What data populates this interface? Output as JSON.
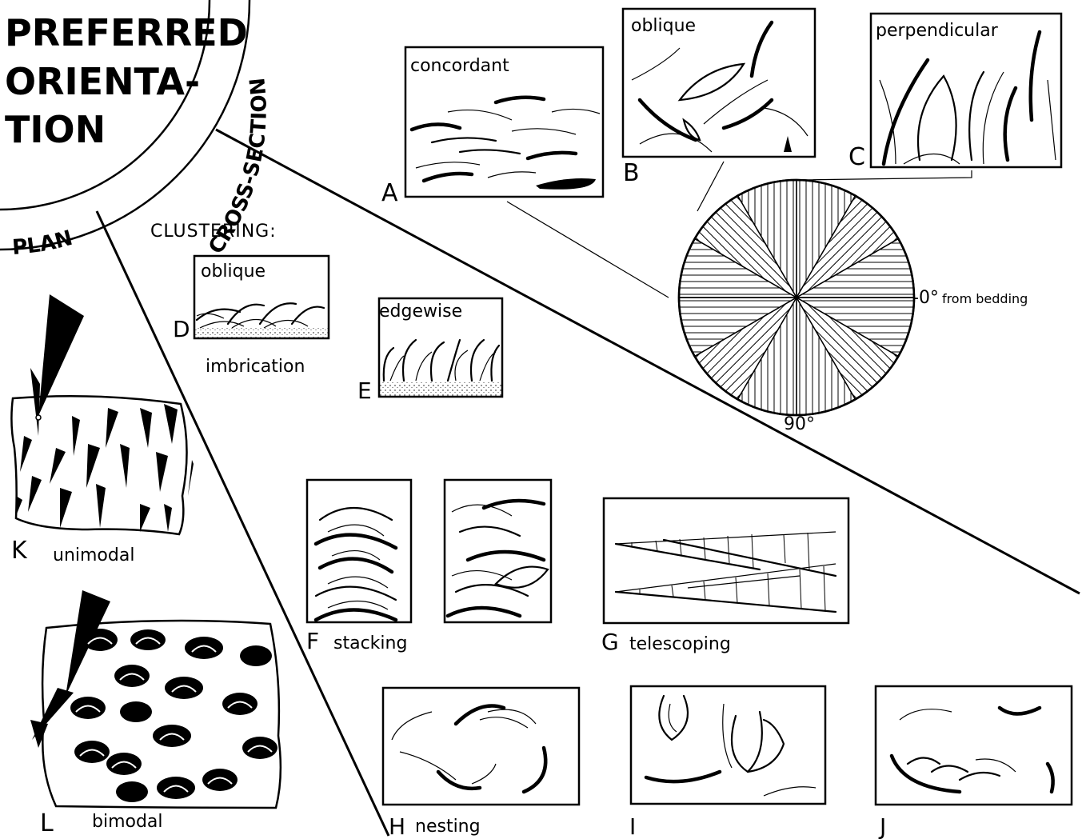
{
  "title_lines": [
    "PREFERRED",
    "ORIENTA-",
    "TION"
  ],
  "arc_labels": {
    "plan": "PLAN",
    "cross_section": "CROSS-SECTION"
  },
  "clustering_heading": "CLUSTERING:",
  "panels": {
    "A": {
      "letter": "A",
      "caption": "concordant"
    },
    "B": {
      "letter": "B",
      "caption": "oblique"
    },
    "C": {
      "letter": "C",
      "caption": "perpendicular"
    },
    "D": {
      "letter": "D",
      "caption": "oblique",
      "subcaption": "imbrication"
    },
    "E": {
      "letter": "E",
      "caption": "edgewise"
    },
    "F": {
      "letter": "F",
      "caption": "stacking"
    },
    "G": {
      "letter": "G",
      "caption": "telescoping"
    },
    "H": {
      "letter": "H",
      "caption": "nesting"
    },
    "I": {
      "letter": "I",
      "caption": ""
    },
    "J": {
      "letter": "J",
      "caption": ""
    },
    "K": {
      "letter": "K",
      "caption": "unimodal"
    },
    "L": {
      "letter": "L",
      "caption": "bimodal"
    }
  },
  "rose": {
    "label_zero": "-0°",
    "label_zero_suffix": "from bedding",
    "label_ninety": "90°"
  }
}
